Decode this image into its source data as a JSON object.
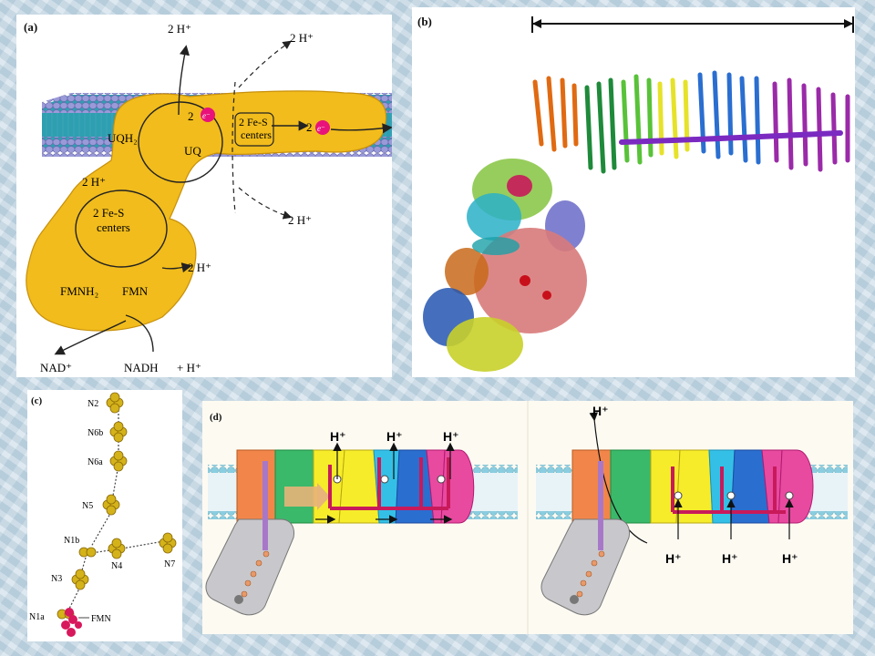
{
  "panels": {
    "a": {
      "label": "(a)",
      "texts": {
        "h_top_left": "2 H⁺",
        "h_top_right": "2 H⁺",
        "electrons_1": "2",
        "electron_symbol": "e⁻",
        "fes_upper_1": "2 Fe-S",
        "fes_upper_2": "centers",
        "electrons_2": "2",
        "uqh2": "UQH₂",
        "uq": "UQ",
        "h_mid_left": "2 H⁺",
        "fes_lower_1": "2 Fe-S",
        "fes_lower_2": "centers",
        "h_dashed_bottom": "2 H⁺",
        "h_right_mid": "2 H⁺",
        "fmnh2": "FMNH₂",
        "fmn": "FMN",
        "nad": "NAD⁺",
        "nadh": "NADH",
        "plus_h": "+ H⁺"
      }
    },
    "b": {
      "label": "(b)"
    },
    "c": {
      "label": "(c)",
      "clusters": [
        "N2",
        "N6b",
        "N6a",
        "N5",
        "N1b",
        "N4",
        "N7",
        "N3",
        "N1a",
        "FMN"
      ]
    },
    "d": {
      "label": "(d)",
      "proton_label": "H⁺"
    }
  },
  "colors": {
    "membrane": "#8f8fd0",
    "lipid_head": "#48b6c6",
    "complex_yellow": "#f1bc1c",
    "electron": "#e8127a",
    "cluster_gold": "#d4b21a",
    "fmn_pink": "#d8185c"
  }
}
